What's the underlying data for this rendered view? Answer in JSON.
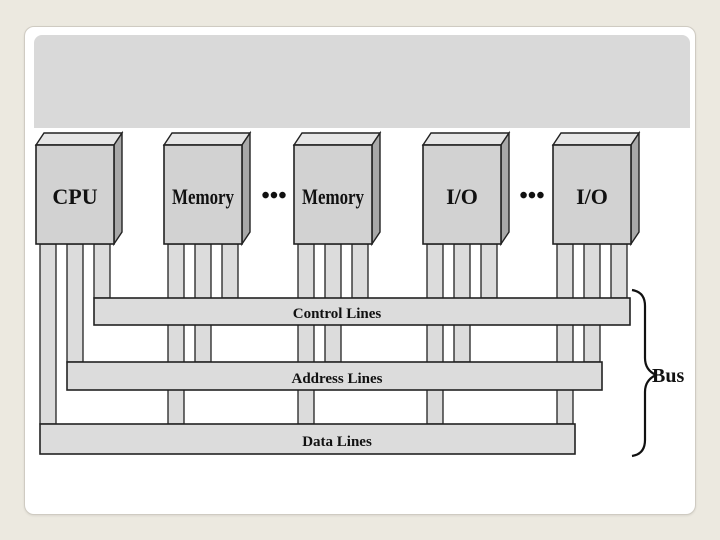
{
  "modules": [
    {
      "label": "CPU"
    },
    {
      "label": "Memory"
    },
    {
      "label": "Memory"
    },
    {
      "label": "I/O"
    },
    {
      "label": "I/O"
    }
  ],
  "ellipsis": [
    "•••",
    "•••"
  ],
  "bus_lines": {
    "control": "Control Lines",
    "address": "Address Lines",
    "data": "Data Lines"
  },
  "bus_label": "Bus"
}
